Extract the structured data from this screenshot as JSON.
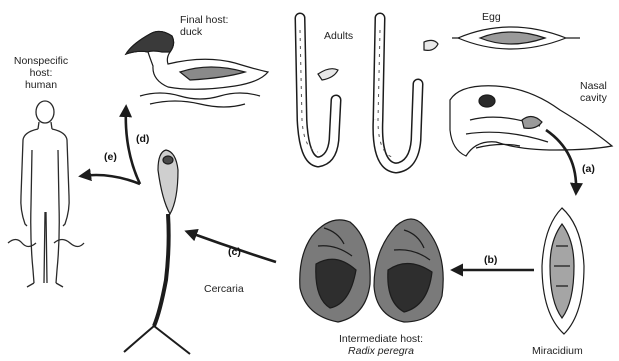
{
  "labels": {
    "nonspecific_host": [
      "Nonspecific",
      "host:",
      "human"
    ],
    "final_host": [
      "Final host:",
      "duck"
    ],
    "adults": "Adults",
    "egg": "Egg",
    "nasal_cavity": [
      "Nasal",
      "cavity"
    ],
    "miracidium": "Miracidium",
    "intermediate_host": "Intermediate host:",
    "intermediate_host_species": "Radix peregra",
    "cercaria": "Cercaria"
  },
  "steps": {
    "a": "(a)",
    "b": "(b)",
    "c": "(c)",
    "d": "(d)",
    "e": "(e)"
  },
  "colors": {
    "ink": "#1c1c1c",
    "background": "#ffffff",
    "shade": "#8a8a8a"
  }
}
